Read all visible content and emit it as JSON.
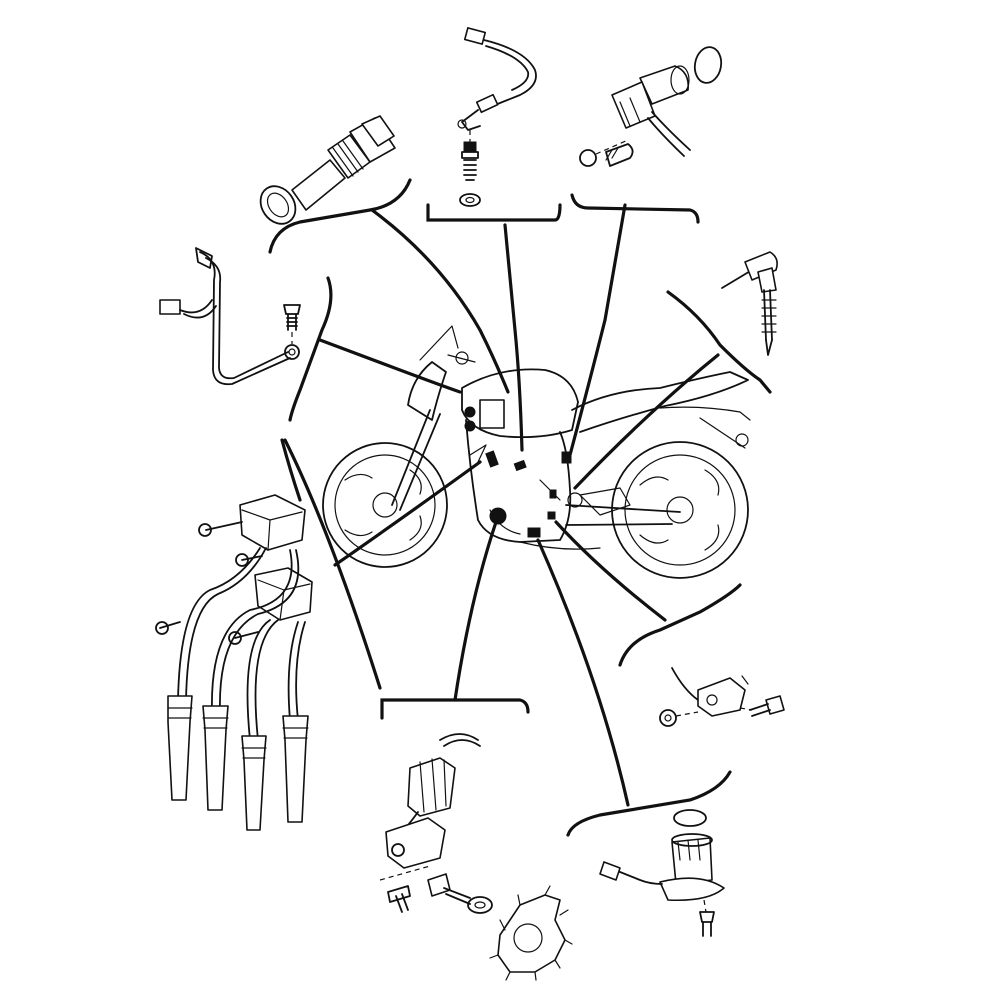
{
  "diagram": {
    "components": [
      {
        "key": "coolant-temperature-sensor"
      },
      {
        "key": "sensor-wire-lead"
      },
      {
        "key": "speed-sensor"
      },
      {
        "key": "lean-angle-probe"
      },
      {
        "key": "ground-lead"
      },
      {
        "key": "ignition-coils"
      },
      {
        "key": "pickup-coil"
      },
      {
        "key": "neutral-switch"
      },
      {
        "key": "oil-level-sensor"
      }
    ],
    "colors": {
      "line": "#111111",
      "background": "#ffffff"
    }
  }
}
